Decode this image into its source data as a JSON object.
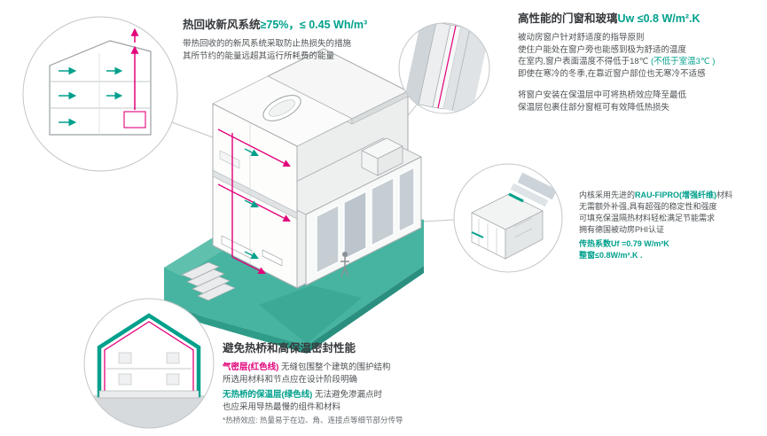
{
  "colors": {
    "accent_green": "#00a08c",
    "accent_red": "#e2007a",
    "ground_teal": "#46b4a0"
  },
  "hrv": {
    "title_black": "热回收新风系统",
    "title_green": "≥75%，≤ 0.45 Wh/m³",
    "body1": "带热回收的的新风系统采取防止热损失的措施",
    "body2": "其所节约的能量远超其运行所耗费的能量"
  },
  "windows": {
    "title_black": "高性能的门窗和玻璃",
    "title_green": "Uw ≤0.8 W/m².K",
    "body1": "被动房窗户针对舒适度的指导原则",
    "body2": "使住户能处在窗户旁也能感到极为舒适的温度",
    "body3a": "在室内,窗户表面温度不得低于18℃ ",
    "body3b": "(不低于室温3℃ )",
    "body4": "即使在寒冷的冬季,在靠近窗户部位也无寒冷不适感",
    "body5": "将窗户安装在保温层中可将热桥效应降至最低",
    "body6": "保温层包裹住部分窗框可有效降低热损失"
  },
  "profile": {
    "body1a": "内核采用先进的",
    "body1b": "RAU-FIPRO(增强纤维)",
    "body1c": "材料",
    "body2": "无需额外补强,具有超强的稳定性和强度",
    "body3": "可填充保温隔热材料轻松满足节能需求",
    "body4": "拥有德国被动房PHI认证",
    "u_frame": "传热系数Uf =0.79 W/m²K",
    "u_window": "整窗≤0.8W/m².K ."
  },
  "bridge": {
    "title": "避免热桥和高保温密封性能",
    "red_label": "气密层(红色线)",
    "red_rest": " 无缝包围整个建筑的围护结构",
    "body2": "所选用材料和节点应在设计阶段明确",
    "green_label": "无热桥的保温层(绿色线)",
    "green_rest": " 无法避免渗漏点时",
    "body4": "也应采用导热最慢的组件和材料",
    "footnote": "*热桥效应: 热量易于在边、角、连接点等细节部分传导"
  }
}
